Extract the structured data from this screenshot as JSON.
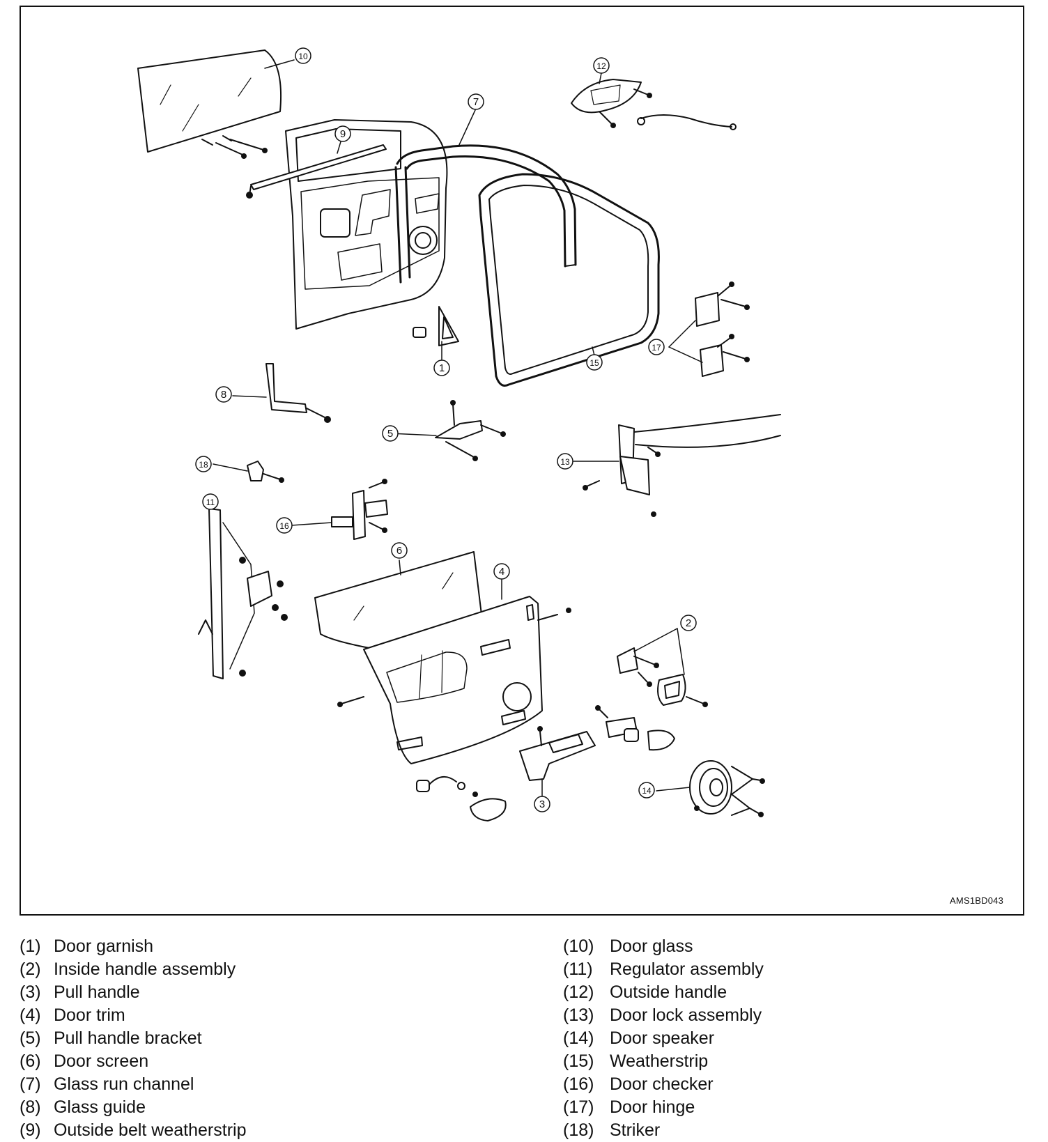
{
  "figure": {
    "reference_code": "AMS1BD043",
    "callouts": [
      "1",
      "2",
      "3",
      "4",
      "5",
      "6",
      "7",
      "8",
      "9",
      "10",
      "11",
      "12",
      "13",
      "14",
      "15",
      "16",
      "17",
      "18"
    ]
  },
  "legend": {
    "left": [
      {
        "num": "(1)",
        "label": "Door garnish"
      },
      {
        "num": "(2)",
        "label": "Inside handle assembly"
      },
      {
        "num": "(3)",
        "label": "Pull handle"
      },
      {
        "num": "(4)",
        "label": "Door trim"
      },
      {
        "num": "(5)",
        "label": "Pull handle bracket"
      },
      {
        "num": "(6)",
        "label": "Door screen"
      },
      {
        "num": "(7)",
        "label": "Glass run channel"
      },
      {
        "num": "(8)",
        "label": "Glass guide"
      },
      {
        "num": "(9)",
        "label": "Outside belt weatherstrip"
      }
    ],
    "right": [
      {
        "num": "(10)",
        "label": "Door glass"
      },
      {
        "num": "(11)",
        "label": "Regulator assembly"
      },
      {
        "num": "(12)",
        "label": "Outside handle"
      },
      {
        "num": "(13)",
        "label": "Door lock assembly"
      },
      {
        "num": "(14)",
        "label": "Door speaker"
      },
      {
        "num": "(15)",
        "label": "Weatherstrip"
      },
      {
        "num": "(16)",
        "label": "Door checker"
      },
      {
        "num": "(17)",
        "label": "Door hinge"
      },
      {
        "num": "(18)",
        "label": "Striker"
      }
    ]
  }
}
